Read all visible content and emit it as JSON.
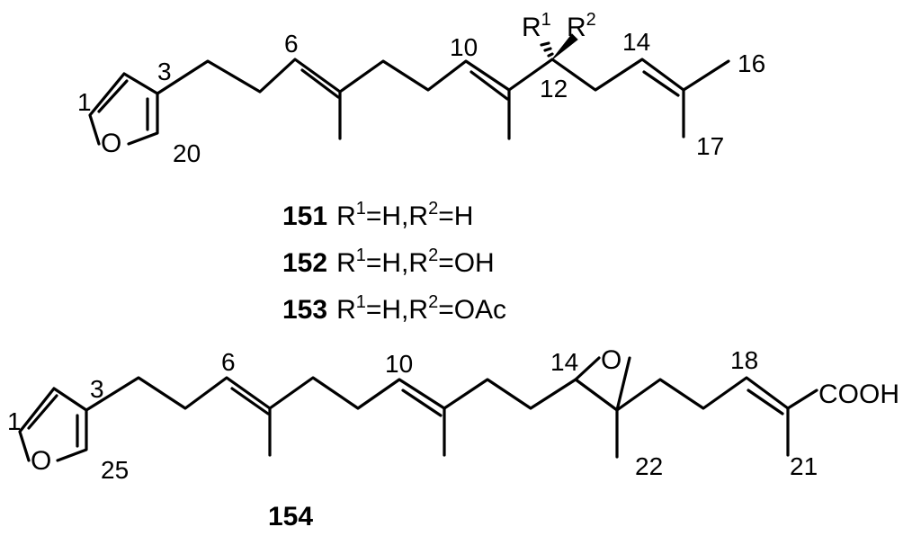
{
  "structure_151": {
    "atom_labels": {
      "c1": "1",
      "c3": "3",
      "c6": "6",
      "c10": "10",
      "c12": "12",
      "c14": "14",
      "c16": "16",
      "c17": "17",
      "c20": "20"
    },
    "oxygen": "O",
    "r1": "R",
    "r1_sup": "1",
    "r2": "R",
    "r2_sup": "2"
  },
  "compounds": [
    {
      "number": "151",
      "r_label": "R",
      "r1_sup": "1",
      "r1_value": "=H,",
      "r2_label": "R",
      "r2_sup": "2",
      "r2_value": "=H"
    },
    {
      "number": "152",
      "r_label": "R",
      "r1_sup": "1",
      "r1_value": "=H,",
      "r2_label": "R",
      "r2_sup": "2",
      "r2_value": "=OH"
    },
    {
      "number": "153",
      "r_label": "R",
      "r1_sup": "1",
      "r1_value": "=H,",
      "r2_label": "R",
      "r2_sup": "2",
      "r2_value": "=OAc"
    }
  ],
  "structure_154": {
    "atom_labels": {
      "c1": "1",
      "c3": "3",
      "c6": "6",
      "c10": "10",
      "c14": "14",
      "c18": "18",
      "c21": "21",
      "c22": "22",
      "c25": "25"
    },
    "oxygen": "O",
    "epoxide_oxygen": "O",
    "acid": "COOH",
    "number": "154"
  }
}
